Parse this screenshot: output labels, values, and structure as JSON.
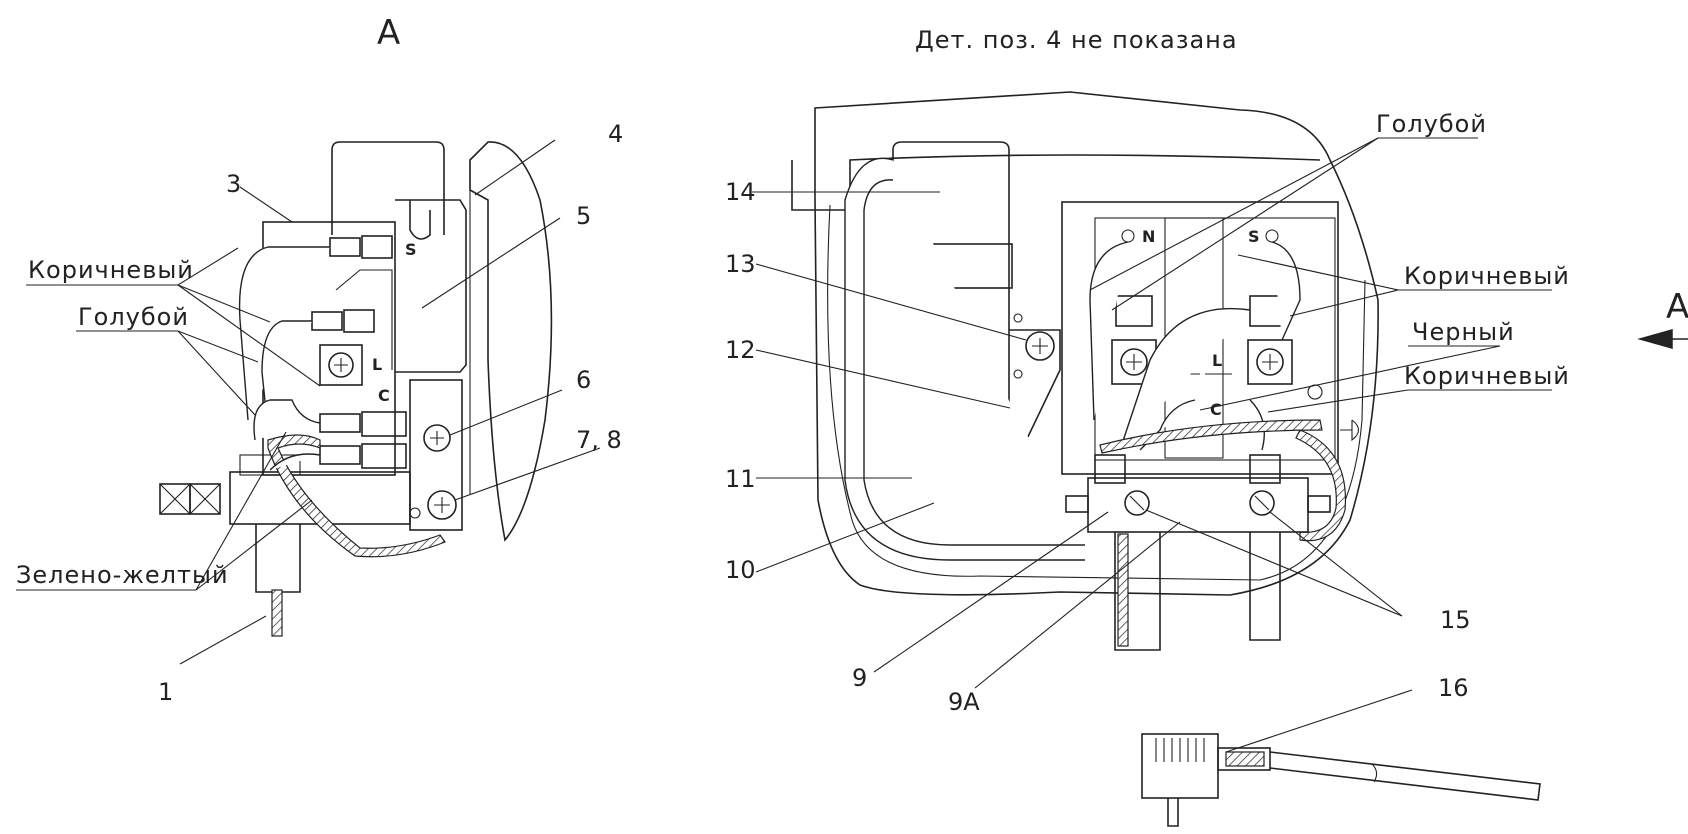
{
  "view_title": "A",
  "view_arrow_label": "A",
  "note": "Дет. поз. 4 не показана",
  "left_callouts": {
    "brown": "Коричневый",
    "blue": "Голубой",
    "green_yellow": "Зелено-желтый"
  },
  "right_callouts": {
    "blue": "Голубой",
    "brown_top": "Коричневый",
    "black": "Черный",
    "brown_bottom": "Коричневый"
  },
  "left_positions": [
    "1",
    "3",
    "4",
    "5",
    "6",
    "7, 8"
  ],
  "right_positions": [
    "14",
    "13",
    "12",
    "11",
    "10",
    "9",
    "9A",
    "15",
    "16"
  ],
  "left_terminals": {
    "s": "S",
    "l": "L",
    "c": "C"
  },
  "right_terminals": {
    "n": "N",
    "s": "S",
    "n2": "N",
    "l2": "L",
    "c": "C"
  }
}
